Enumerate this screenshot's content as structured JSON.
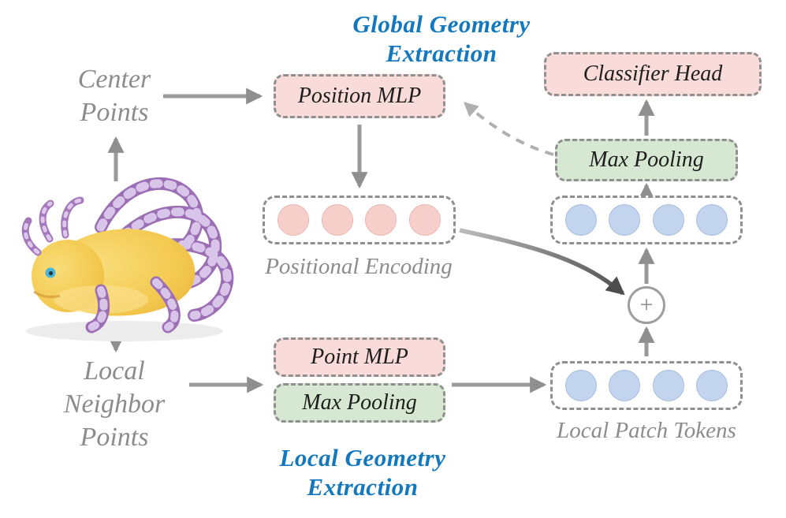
{
  "titles": {
    "global_geometry": {
      "line1": "Global Geometry",
      "line2": "Extraction"
    },
    "local_geometry": {
      "line1": "Local Geometry",
      "line2": "Extraction"
    }
  },
  "inputs": {
    "center_points": {
      "line1": "Center",
      "line2": "Points"
    },
    "local_neighbor_points": {
      "line1": "Local",
      "line2": "Neighbor",
      "line3": "Points"
    }
  },
  "modules": {
    "position_mlp": "Position MLP",
    "classifier_head": "Classifier Head",
    "max_pooling_global": "Max Pooling",
    "point_mlp": "Point MLP",
    "max_pooling_local": "Max Pooling"
  },
  "token_rows": {
    "positional_encoding": {
      "label": "Positional Encoding",
      "count": 4
    },
    "global_tokens": {
      "count": 4
    },
    "local_patch_tokens": {
      "label": "Local Patch Tokens",
      "count": 4
    }
  },
  "operators": {
    "add": "+"
  },
  "colors": {
    "title-blue": "#1478be",
    "gray-text": "#8c8c8c",
    "pink-fill": "#f9dcda",
    "green-fill": "#d7e8d2",
    "pink-token": "#f6cfcb",
    "blue-token": "#c3d4ee",
    "border-gray": "#8f8f8f",
    "arrow-gray": "#9a9a9a"
  }
}
